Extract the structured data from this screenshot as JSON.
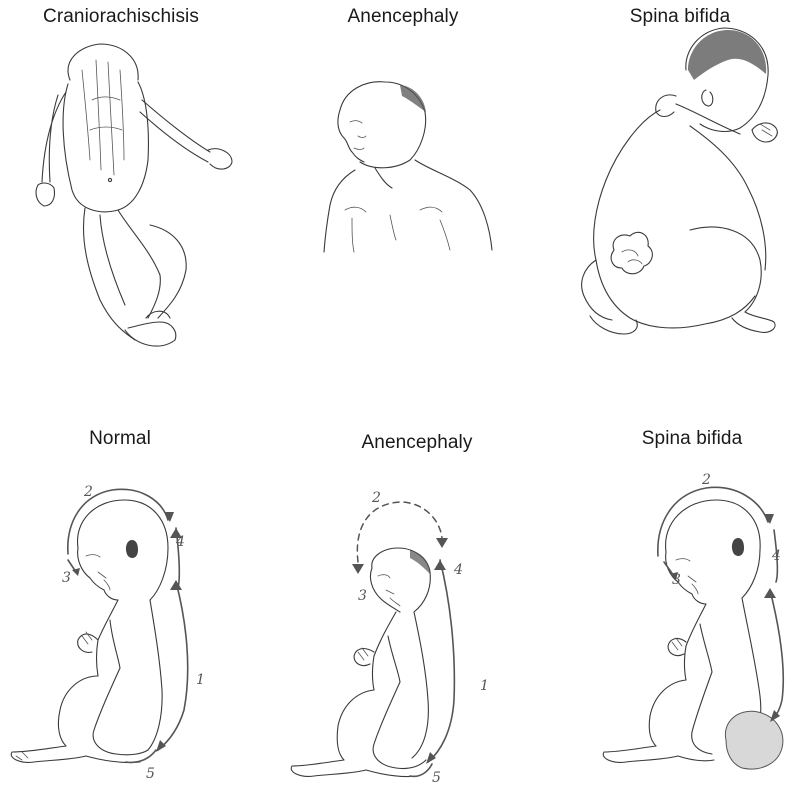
{
  "panels": {
    "top": [
      {
        "title": "Craniorachischisis"
      },
      {
        "title": "Anencephaly"
      },
      {
        "title": "Spina bifida"
      }
    ],
    "bottom": [
      {
        "title": "Normal",
        "labels": [
          "1",
          "2",
          "3",
          "4",
          "5"
        ]
      },
      {
        "title": "Anencephaly",
        "labels": [
          "1",
          "2",
          "3",
          "4",
          "5"
        ]
      },
      {
        "title": "Spina bifida",
        "labels": [
          "2",
          "3",
          "4"
        ]
      }
    ]
  },
  "colors": {
    "ink": "#3a3a3a",
    "arrow": "#555555",
    "hair": "#444444"
  }
}
